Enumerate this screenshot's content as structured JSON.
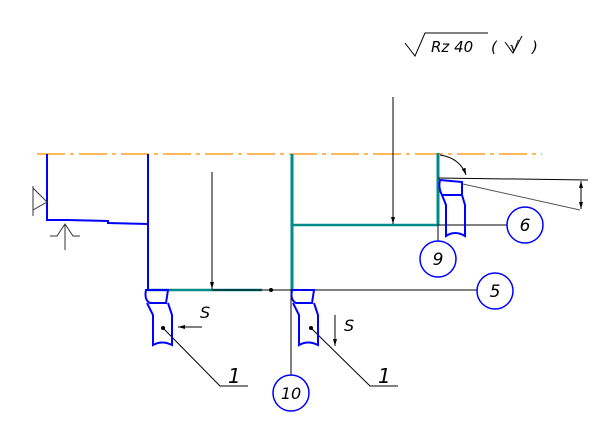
{
  "roughness": {
    "text": "Rz 40",
    "suffix": "( √ )"
  },
  "labels": {
    "tool_left": "1",
    "tool_right": "1",
    "feed_left": "S",
    "feed_right": "S"
  },
  "callouts": {
    "c5": "5",
    "c6": "6",
    "c9": "9",
    "c10": "10"
  },
  "colors": {
    "part": "#0000ff",
    "machined": "#008b8b",
    "centerline": "#ff8c00",
    "dimension": "#000000"
  }
}
